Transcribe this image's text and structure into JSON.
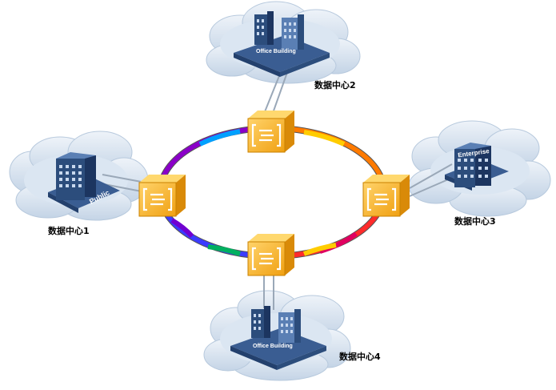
{
  "diagram": {
    "data_centers": [
      {
        "id": "dc1",
        "label": "数据中心1",
        "building_text": "Public"
      },
      {
        "id": "dc2",
        "label": "数据中心2",
        "building_text": "Office Building"
      },
      {
        "id": "dc3",
        "label": "数据中心3",
        "building_text": "Enterprise"
      },
      {
        "id": "dc4",
        "label": "数据中心4",
        "building_text": "Office Building"
      }
    ],
    "ring": {
      "colors": [
        "#8a00c8",
        "#2a4dff",
        "#00b060",
        "#e8e000",
        "#ff8a00",
        "#ff1a3c"
      ]
    },
    "node": {
      "icon": "optical-switch-icon",
      "color": "#f3a51c"
    },
    "cloud_color": "#c9d9ea",
    "building_color": "#2c4d7c"
  }
}
